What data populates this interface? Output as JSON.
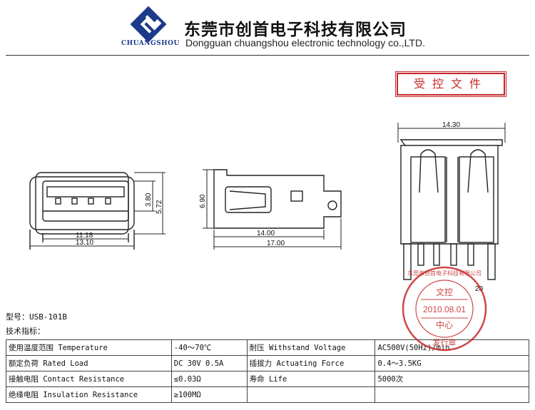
{
  "header": {
    "logo_text": "CHUANGSHOU",
    "company_cn": "东莞市创首电子科技有限公司",
    "company_en": "Dongguan chuangshou electronic technology co.,LTD.",
    "colors": {
      "logo_blue": "#1b3a8a",
      "stamp_red": "#c62828"
    }
  },
  "controlled_doc": "受控文件",
  "dimensions": {
    "front_inner_width": "11.18",
    "front_outer_width": "13.10",
    "front_inner_height": "3.80",
    "front_outer_height": "5.72",
    "side_height": "6.90",
    "side_length_body": "14.00",
    "side_length_total": "17.00",
    "right_width": "14.30",
    "right_partial": "20"
  },
  "model": "型号：USB-101B",
  "spec_title": "技术指标：",
  "specs": [
    [
      "使用温度范围 Temperature",
      "-40～70℃",
      "耐压 Withstand Voltage",
      "AC500V(50Hz)/min"
    ],
    [
      "额定负荷 Rated Load",
      "DC 30V 0.5A",
      "插拔力 Actuating Force",
      "0.4～3.5KG"
    ],
    [
      "接触电阻 Contact Resistance",
      "≤0.03Ω",
      "寿命 Life",
      "5000次"
    ],
    [
      "绝缘电阻 Insulation Resistance",
      "≥100MΩ",
      "",
      ""
    ]
  ],
  "stamp": {
    "ring_text": "东莞市创首电子科技有限公司",
    "line1": "文控",
    "date": "2010.08.01",
    "line2": "中心",
    "bottom": "发行章"
  }
}
